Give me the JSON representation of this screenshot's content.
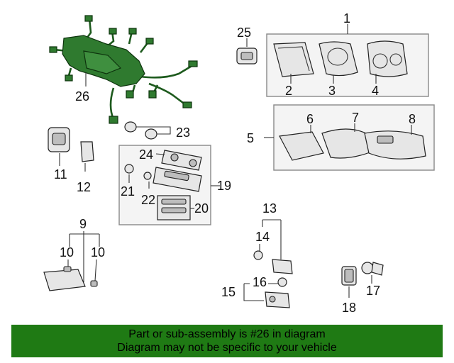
{
  "callouts": {
    "c1": "1",
    "c2": "2",
    "c3": "3",
    "c4": "4",
    "c5": "5",
    "c6": "6",
    "c7": "7",
    "c8": "8",
    "c9": "9",
    "c10a": "10",
    "c10b": "10",
    "c11": "11",
    "c12": "12",
    "c13": "13",
    "c14": "14",
    "c15": "15",
    "c16": "16",
    "c17": "17",
    "c18": "18",
    "c19": "19",
    "c20": "20",
    "c21": "21",
    "c22": "22",
    "c23": "23",
    "c24": "24",
    "c25": "25",
    "c26": "26"
  },
  "banner": {
    "line1": "Part or sub-assembly is #26 in diagram",
    "line2": "Diagram may not be specific to your vehicle",
    "color": "#1f7a14"
  },
  "highlight_color": "#2f7a2f"
}
